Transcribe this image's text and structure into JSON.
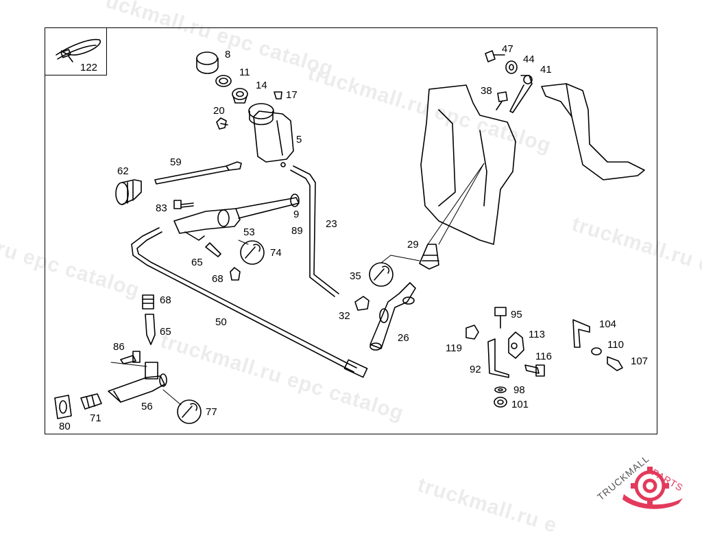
{
  "callouts": [
    "122",
    "8",
    "11",
    "14",
    "17",
    "20",
    "5",
    "59",
    "62",
    "83",
    "9",
    "53",
    "89",
    "23",
    "74",
    "65",
    "68",
    "68",
    "65",
    "50",
    "86",
    "56",
    "77",
    "71",
    "80",
    "47",
    "44",
    "41",
    "38",
    "29",
    "35",
    "32",
    "26",
    "95",
    "113",
    "119",
    "92",
    "116",
    "98",
    "101",
    "104",
    "110",
    "107"
  ],
  "watermark": {
    "text": "truckmall.ru epc catalog",
    "fragments": [
      "uckmall.ru epc catalog",
      "truckmall.ru epc catalog",
      "truckmall.ru e",
      "ru epc catalog",
      "truckmall.ru epc catalog",
      "truckmall.ru e"
    ]
  },
  "logo": {
    "part1": "TRUCKMALL",
    "part2": "PARTS",
    "color1": "#555555",
    "color2": "#e33a5c"
  },
  "colors": {
    "line": "#000000",
    "watermark": "#ececec",
    "accent": "#e33a5c"
  }
}
